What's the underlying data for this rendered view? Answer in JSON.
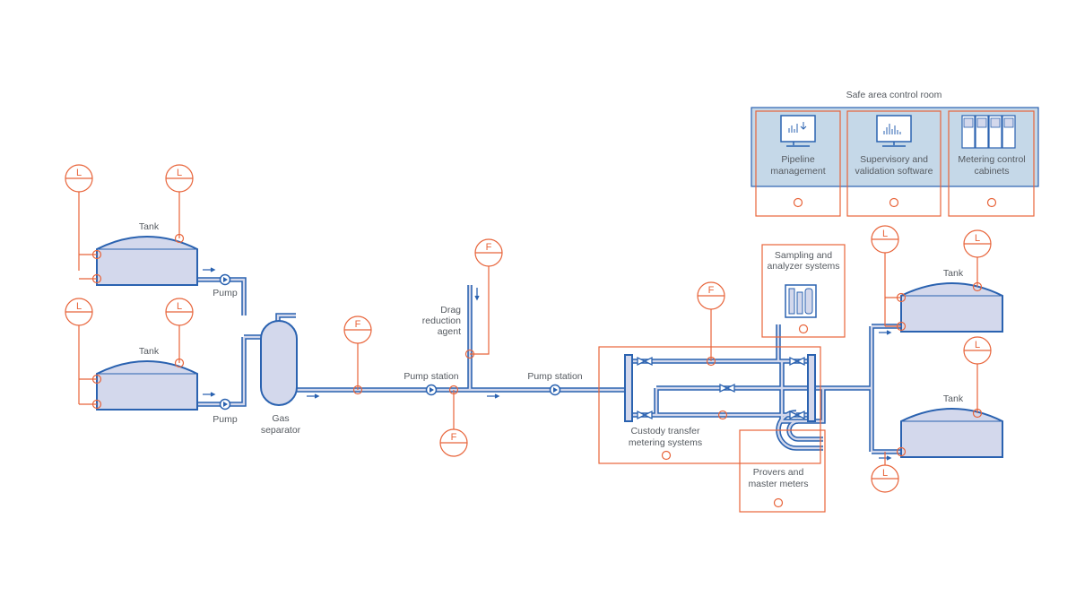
{
  "labels": {
    "tank_top": "Tank",
    "tank_bottom": "Tank",
    "pump_top": "Pump",
    "pump_bottom": "Pump",
    "gas_separator_1": "Gas",
    "gas_separator_2": "separator",
    "pump_station_1": "Pump station",
    "pump_station_2": "Pump station",
    "drag_1": "Drag",
    "drag_2": "reduction",
    "drag_3": "agent",
    "custody_1": "Custody transfer",
    "custody_2": "metering systems",
    "provers_1": "Provers and",
    "provers_2": "master meters",
    "sampling_1": "Sampling and",
    "sampling_2": "analyzer systems",
    "control_room": "Safe area control room",
    "pipeline_1": "Pipeline",
    "pipeline_2": "management",
    "supervisory_1": "Supervisory and",
    "supervisory_2": "validation software",
    "cabinets_1": "Metering control",
    "cabinets_2": "cabinets",
    "tank_right_top": "Tank",
    "tank_right_bottom": "Tank"
  },
  "symbols": {
    "level": "L",
    "flow": "F"
  },
  "colors": {
    "pipe": "#2a62b0",
    "pipe_inner": "#d3d8ec",
    "instrument": "#e8643a",
    "control_room_fill": "#c5d8e8",
    "label": "#555a60"
  },
  "icons": {
    "pipeline_management": "monitor-chart-icon",
    "supervisory_software": "monitor-bars-icon",
    "control_cabinets": "cabinet-icon",
    "analyzer": "analyzer-icon"
  }
}
